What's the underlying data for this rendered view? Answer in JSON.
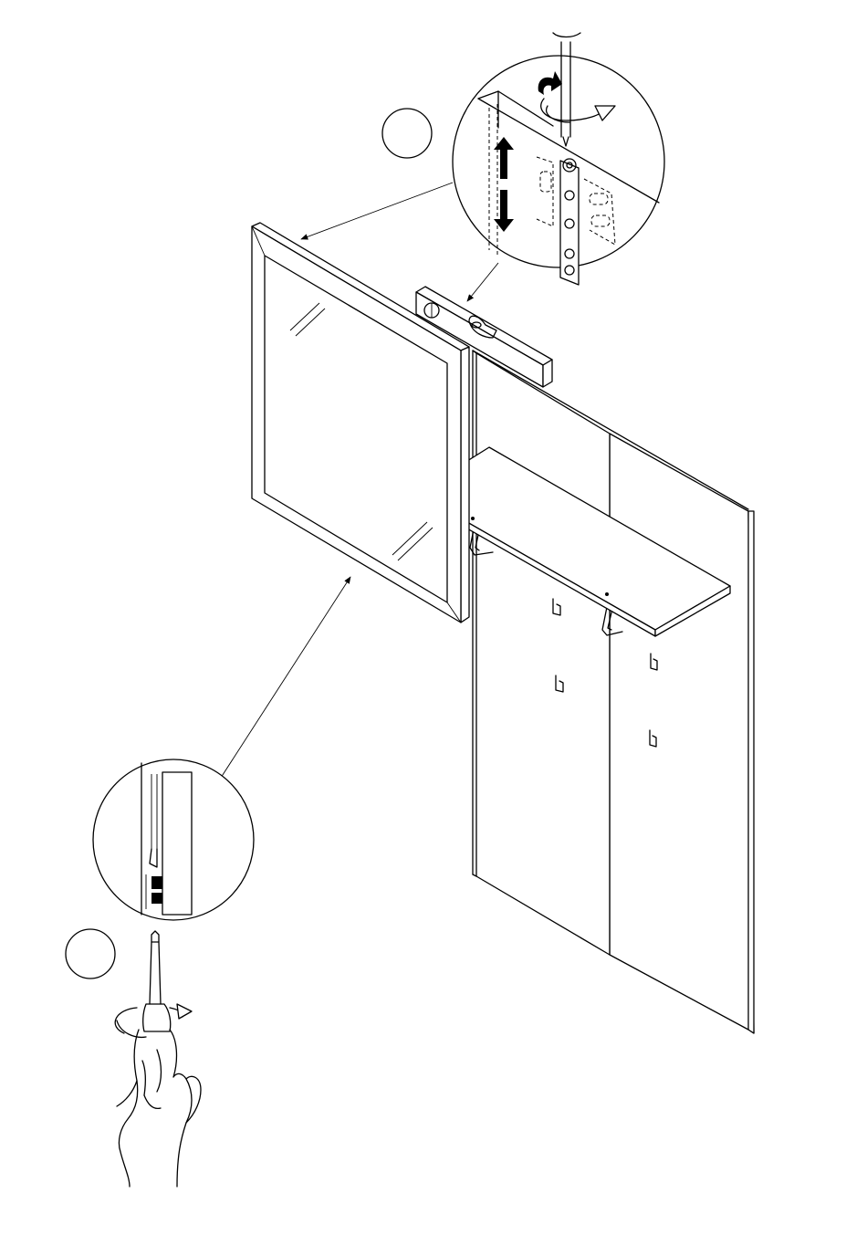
{
  "figure": {
    "steps": [
      {
        "label": "",
        "position_name": "top"
      },
      {
        "label": "",
        "position_name": "bottom"
      }
    ],
    "components": [
      "mirror",
      "wall-panel-left",
      "wall-panel-right",
      "shelf",
      "spirit-level",
      "coat-hook",
      "screwdriver",
      "hand"
    ],
    "colors": {
      "line": "#000000",
      "background": "#ffffff"
    }
  }
}
